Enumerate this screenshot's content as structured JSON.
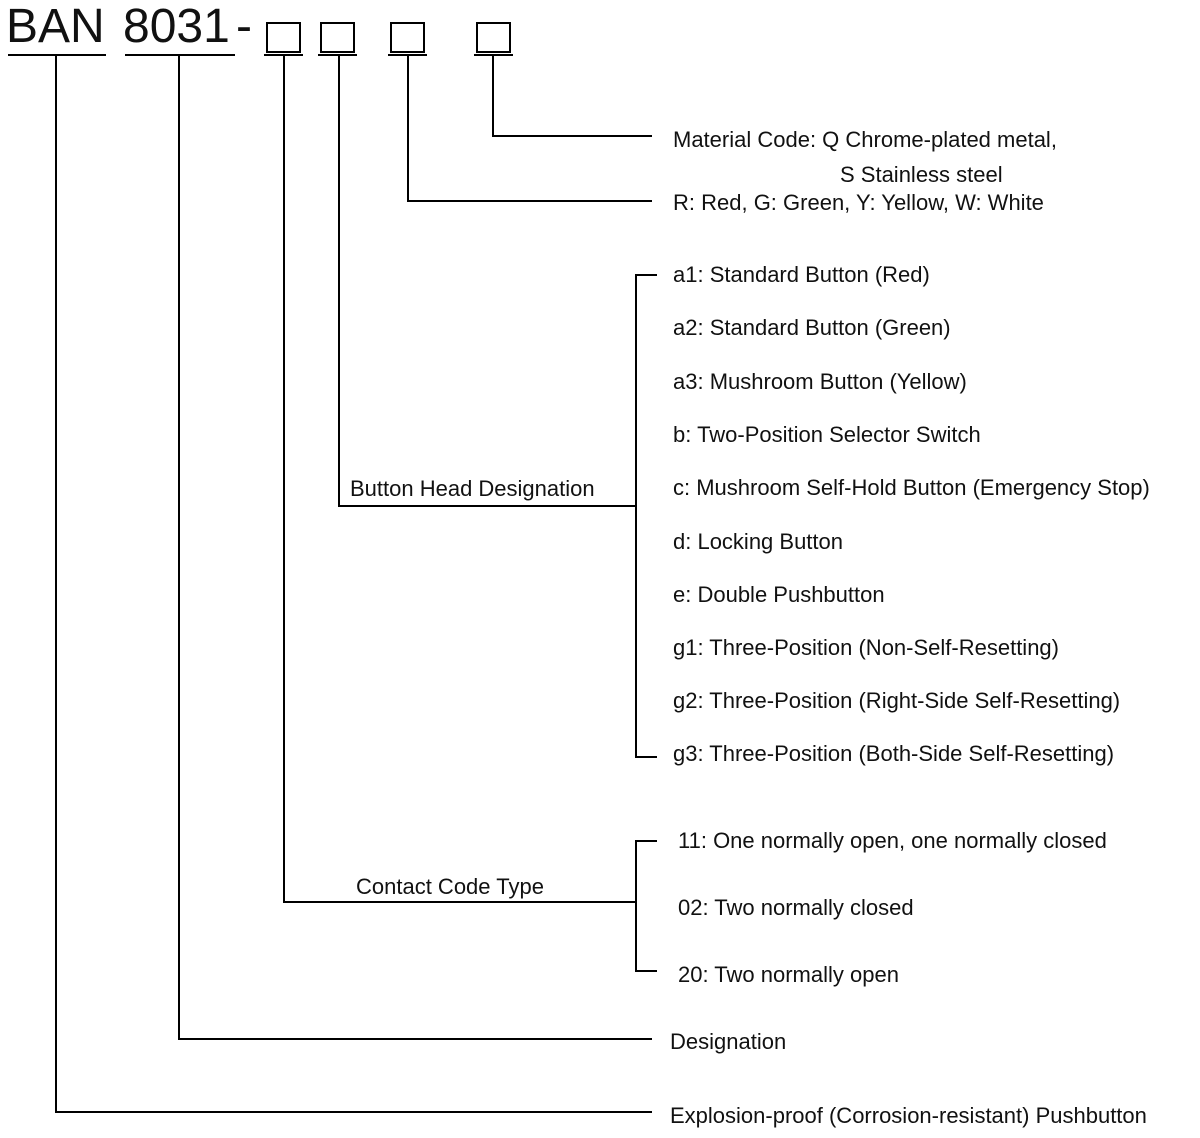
{
  "code": {
    "prefix": "BAN",
    "series": "8031",
    "dash": "-"
  },
  "labels": {
    "material": "Material Code: Q Chrome-plated metal,",
    "material_2": "S Stainless steel",
    "color": "R: Red, G: Green, Y: Yellow, W: White",
    "button_head": "Button Head Designation",
    "contact": "Contact Code Type",
    "designation": "Designation",
    "product": "Explosion-proof (Corrosion-resistant) Pushbutton"
  },
  "button_heads": [
    "a1: Standard Button (Red)",
    "a2: Standard Button (Green)",
    "a3: Mushroom Button (Yellow)",
    "b: Two-Position Selector Switch",
    "c: Mushroom Self-Hold Button (Emergency Stop)",
    "d: Locking Button",
    "e: Double Pushbutton",
    "g1: Three-Position (Non-Self-Resetting)",
    "g2: Three-Position (Right-Side Self-Resetting)",
    "g3: Three-Position (Both-Side Self-Resetting)"
  ],
  "contacts": [
    "11: One normally open, one normally closed",
    "02: Two normally closed",
    "20: Two normally open"
  ]
}
